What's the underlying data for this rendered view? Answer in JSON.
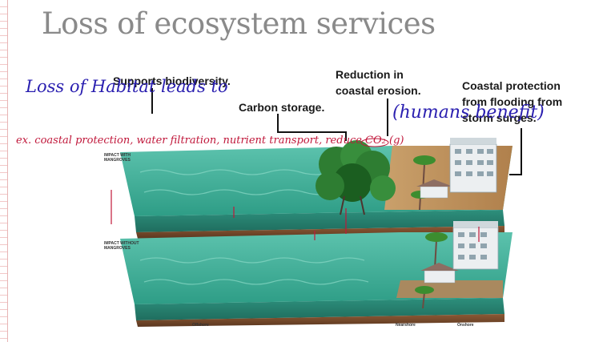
{
  "slide": {
    "title": "Loss of ecosystem services"
  },
  "labels": {
    "biodiversity": "Supports biodiversity.",
    "carbon": "Carbon storage.",
    "erosion_1": "Reduction in",
    "erosion_2": "coastal erosion.",
    "protection_1": "Coastal protection",
    "protection_2": "from flooding from",
    "protection_3": "storm surges."
  },
  "handwriting": {
    "line1": "Loss of Habitat  leads to",
    "line2": "ex. coastal protection, water filtration, nutrient transport, reduce CO₂ (g)",
    "humans": "(humans benefit)"
  },
  "diagram_text": {
    "with_mangroves_1": "IMPACT WITH",
    "with_mangroves_2": "MANGROVES",
    "without_mangroves_1": "IMPACT WITHOUT",
    "without_mangroves_2": "MANGROVES",
    "offshore": "Offshore",
    "nearshore": "Nearshore",
    "onshore": "Onshore"
  },
  "colors": {
    "title": "#8a8a8a",
    "ink_blue": "#2a1fb0",
    "ink_red": "#c0173a",
    "water": "#3fae9a",
    "mangrove": "#2e8b2e",
    "sand": "#b8895a"
  }
}
